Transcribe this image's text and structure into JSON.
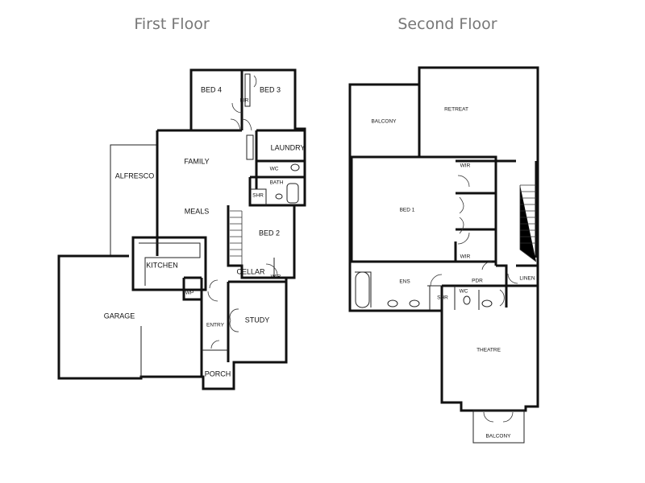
{
  "titles": {
    "first_floor": "First Floor",
    "second_floor": "Second Floor"
  },
  "first_floor": {
    "bed4": "BED 4",
    "bed3": "BED 3",
    "laundry": "LAUNDRY",
    "wc": "WC",
    "bath": "BATH",
    "shr": "SHR",
    "family": "FAMILY",
    "meals": "MEALS",
    "alfresco": "ALFRESCO",
    "bed2": "BED 2",
    "kitchen": "KITCHEN",
    "cellar": "CELLAR",
    "wir": "WIR",
    "wp": "WP",
    "garage": "GARAGE",
    "entry": "ENTRY",
    "study": "STUDY",
    "porch": "PORCH",
    "bir": "BIR"
  },
  "second_floor": {
    "balcony_top": "BALCONY",
    "retreat": "RETREAT",
    "bed1": "BED 1",
    "wir_top": "WIR",
    "wir_bottom": "WIR",
    "ens": "ENS",
    "shr": "SHR",
    "wc": "WC",
    "pdr": "PDR",
    "linen": "LINEN",
    "theatre": "THEATRE",
    "balcony_bottom": "BALCONY"
  }
}
